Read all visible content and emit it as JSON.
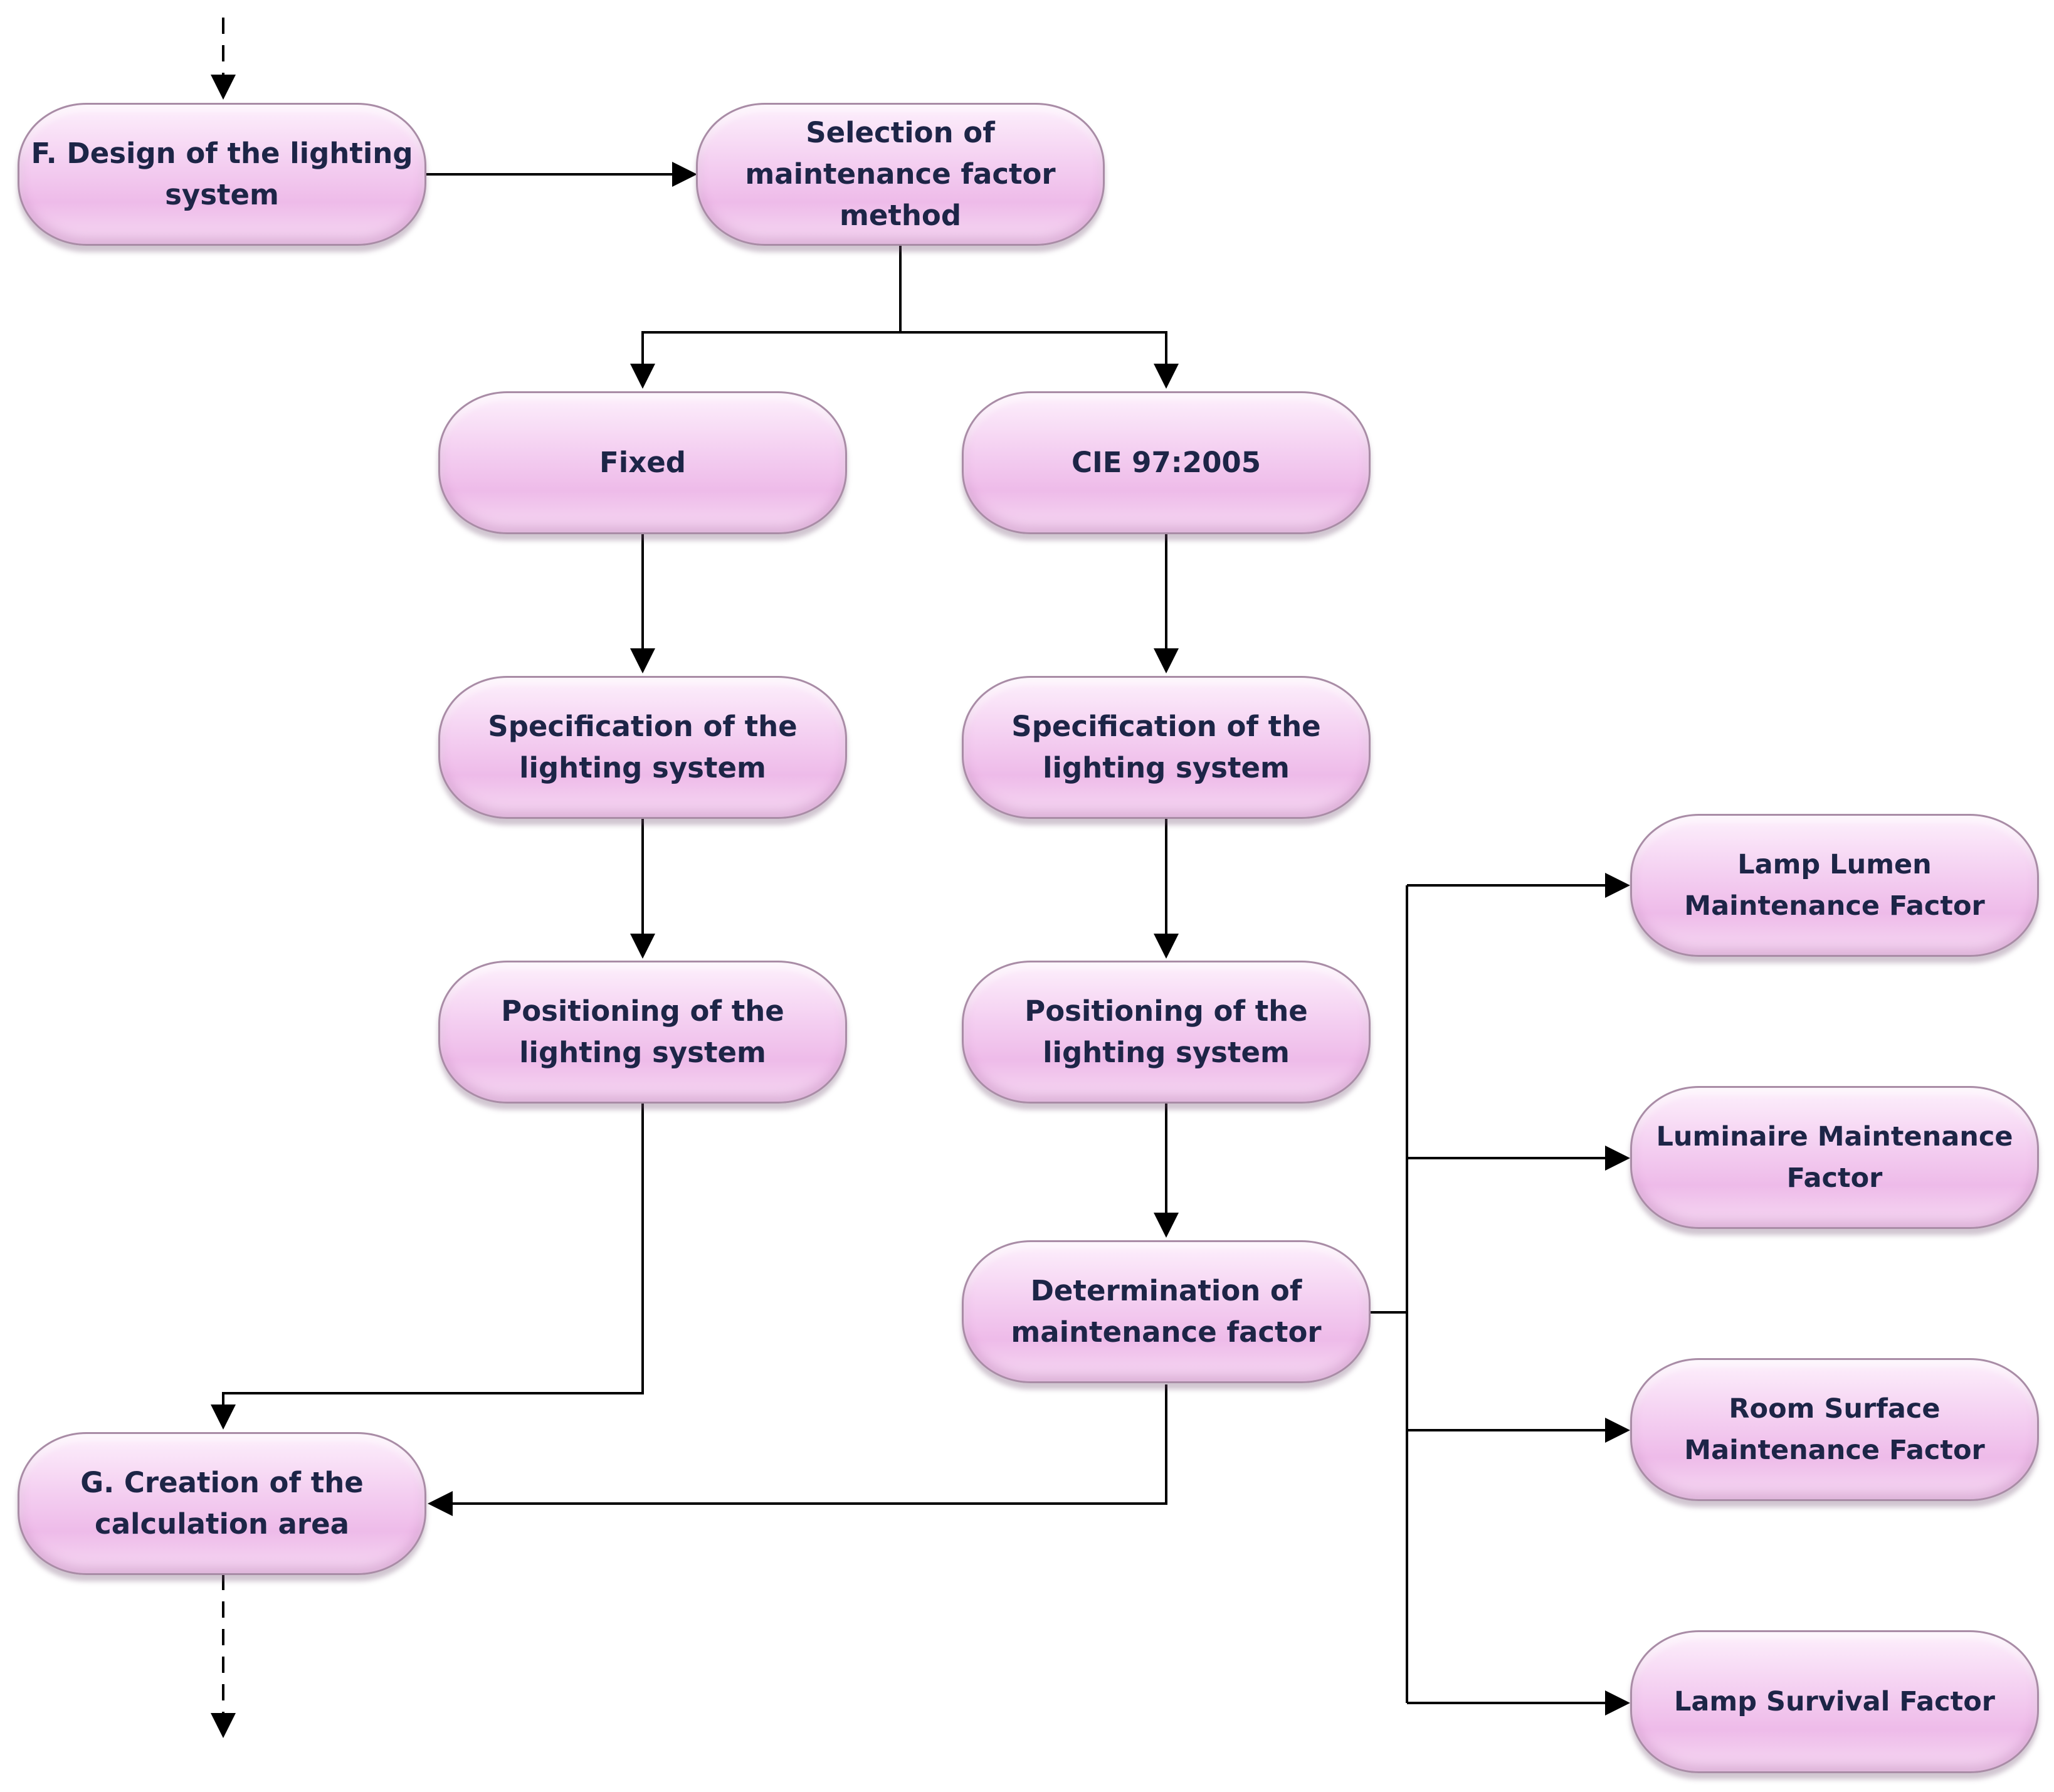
{
  "nodes": {
    "design_lighting": "F. Design of the lighting system",
    "selection_method": "Selection of maintenance factor method",
    "fixed": "Fixed",
    "cie": "CIE 97:2005",
    "spec_fixed": "Specification of the lighting system",
    "spec_cie": "Specification of the lighting system",
    "pos_fixed": "Positioning of the lighting system",
    "pos_cie": "Positioning of the lighting system",
    "determination": "Determination of maintenance factor",
    "creation": "G. Creation of the calculation area",
    "llmf": "Lamp Lumen Maintenance Factor",
    "lmf": "Luminaire Maintenance Factor",
    "rsmf": "Room Surface Maintenance Factor",
    "lsf": "Lamp Survival Factor"
  },
  "colors": {
    "node_fill": "#f4cff1",
    "node_border": "#a98ca6",
    "text": "#1d2547",
    "connector": "#000000"
  }
}
